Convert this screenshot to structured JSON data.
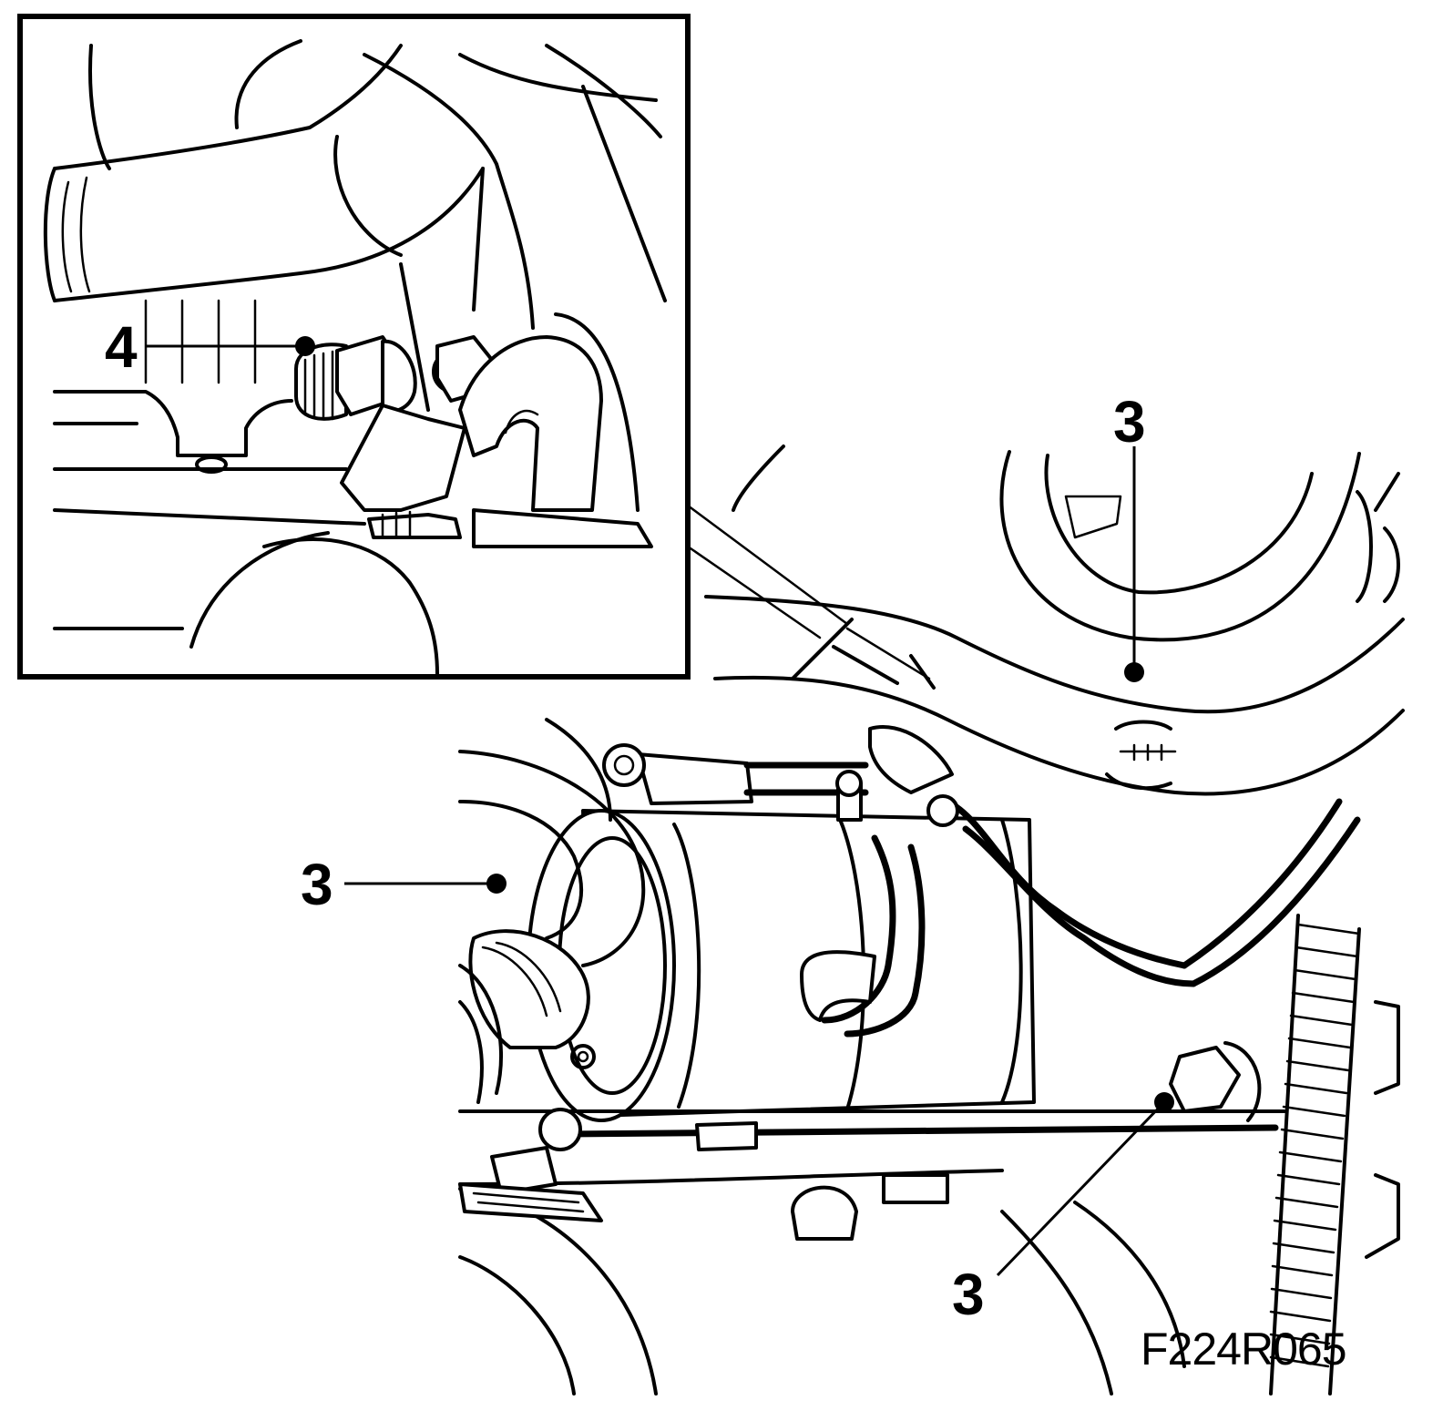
{
  "figure": {
    "id": "F224R065"
  },
  "callouts": [
    {
      "label": "4"
    },
    {
      "label": "3"
    },
    {
      "label": "3"
    },
    {
      "label": "3"
    }
  ]
}
